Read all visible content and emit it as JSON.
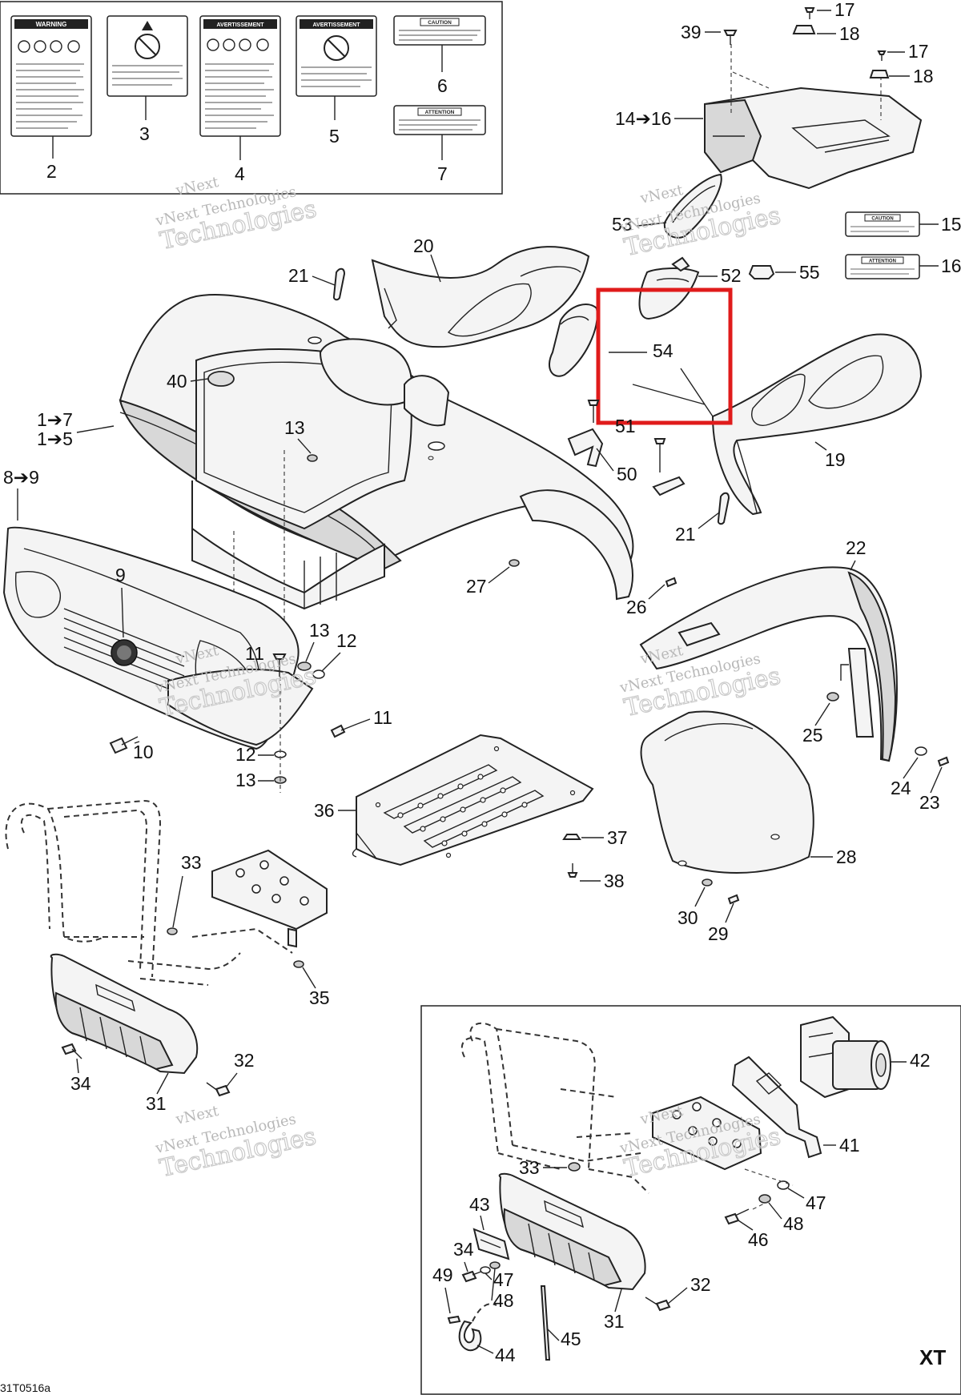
{
  "diagram": {
    "code": "31T0516a",
    "xt_label": "XT",
    "watermark_line1": "vNext",
    "watermark_line2": "vNext Technologies",
    "watermark_line3": "Technologies",
    "decal_titles": {
      "warning": "WARNING",
      "avertissement": "AVERTISSEMENT",
      "caution": "CAUTION",
      "attention": "ATTENTION"
    },
    "labels": {
      "n2": "2",
      "n3": "3",
      "n4": "4",
      "n5": "5",
      "n6": "6",
      "n7": "7",
      "n17a": "17",
      "n18a": "18",
      "n39": "39",
      "n17b": "17",
      "n18b": "18",
      "n14": "14➔16",
      "n15": "15",
      "n16": "16",
      "n20": "20",
      "n53": "53",
      "n52": "52",
      "n55": "55",
      "n54": "54",
      "n21a": "21",
      "n40": "40",
      "n1a": "1➔7",
      "n1b": "1➔5",
      "n13a": "13",
      "n51": "51",
      "n50": "50",
      "n19": "19",
      "n21b": "21",
      "n8": "8➔9",
      "n9": "9",
      "n27": "27",
      "n26": "26",
      "n22": "22",
      "n11a": "11",
      "n13b": "13",
      "n12a": "12",
      "n10": "10",
      "n11b": "11",
      "n12b": "12",
      "n13c": "13",
      "n25": "25",
      "n24": "24",
      "n23": "23",
      "n36": "36",
      "n37": "37",
      "n38": "38",
      "n28": "28",
      "n33a": "33",
      "n30": "30",
      "n29": "29",
      "n35": "35",
      "n34a": "34",
      "n32a": "32",
      "n31a": "31",
      "n42": "42",
      "n41": "41",
      "n33b": "33",
      "n47a": "47",
      "n48a": "48",
      "n46": "46",
      "n43": "43",
      "n34b": "34",
      "n49": "49",
      "n47b": "47",
      "n48b": "48",
      "n32b": "32",
      "n31b": "31",
      "n44": "44",
      "n45": "45"
    },
    "highlight_color": "#e01b1b"
  }
}
